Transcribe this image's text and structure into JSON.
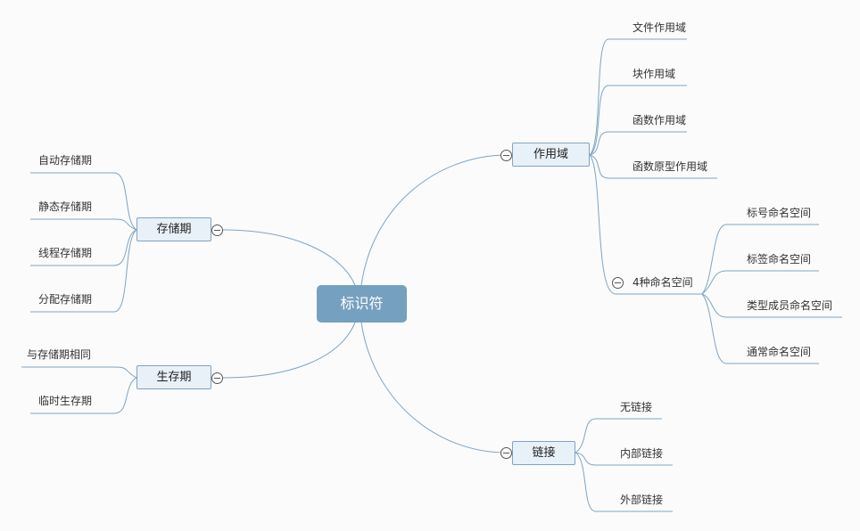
{
  "root": {
    "label": "标识符"
  },
  "branches": {
    "scope": {
      "label": "作用域",
      "children": [
        "文件作用域",
        "块作用域",
        "函数作用域",
        "函数原型作用域"
      ],
      "namespaces": {
        "label": "4种命名空间",
        "children": [
          "标号命名空间",
          "标签命名空间",
          "类型成员命名空间",
          "通常命名空间"
        ]
      }
    },
    "linkage": {
      "label": "链接",
      "children": [
        "无链接",
        "内部链接",
        "外部链接"
      ]
    },
    "storage": {
      "label": "存储期",
      "children": [
        "自动存储期",
        "静态存储期",
        "线程存储期",
        "分配存储期"
      ]
    },
    "lifetime": {
      "label": "生存期",
      "children": [
        "与存储期相同",
        "临时生存期"
      ]
    }
  },
  "colors": {
    "line": "#7fa4c2",
    "root_fill": "#76a0bf",
    "box_fill": "#e8f0f8"
  }
}
